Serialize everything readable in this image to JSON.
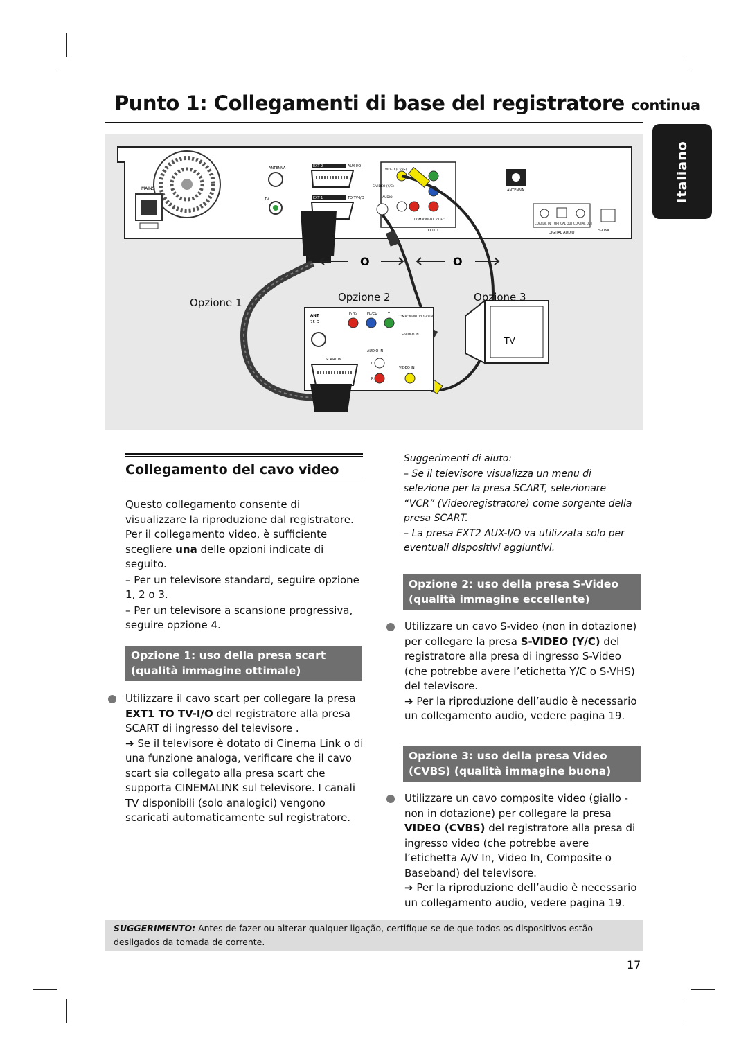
{
  "header": {
    "title": "Punto 1: Collegamenti di base del registratore",
    "title_suffix": "continua",
    "language_tab": "Italiano"
  },
  "figure": {
    "option1_label": "Opzione 1",
    "option2_label": "Opzione 2",
    "option3_label": "Opzione 3",
    "tv_label": "TV",
    "separator_o": "O",
    "recorder": {
      "mains": "MAINS",
      "antenna": "ANTENNA",
      "tv": "TV",
      "ext2": "EXT 2",
      "aux_io": "AUX-I/O",
      "ext1": "EXT 1",
      "to_tv_io": "TO TV-I/O",
      "video_cvbs": "VIDEO (CVBS)",
      "s_video": "S-VIDEO (Y/C)",
      "audio": "AUDIO",
      "component_video": "COMPONENT VIDEO",
      "out1": "OUT 1",
      "dvb_antenna": "ANTENNA",
      "coaxial_in": "COAXIAL IN",
      "optical_out": "OPTICAL OUT",
      "coaxial_out": "COAXIAL OUT",
      "digital_audio": "DIGITAL AUDIO",
      "s_link": "S-LINK"
    },
    "tv_panel": {
      "ant": "ANT",
      "ant_ohm": "75 Ω",
      "pr": "Pr/Cr",
      "pb": "Pb/Cb",
      "y": "Y",
      "component_video_in": "COMPONENT VIDEO IN",
      "s_video_in": "S-VIDEO IN",
      "audio_in": "AUDIO IN",
      "scart_in": "SCART IN",
      "video_in": "VIDEO IN",
      "l": "L",
      "r": "R"
    }
  },
  "section": {
    "heading": "Collegamento del cavo video",
    "intro_pre": "Questo collegamento consente di visualizzare la riproduzione dal registratore. Per il collegamento video, è sufficiente scegliere ",
    "intro_underline": "una",
    "intro_post": " delle opzioni indicate di seguito.",
    "dash1": "–  Per un televisore standard, seguire opzione 1, 2 o 3.",
    "dash2": "–  Per un televisore a scansione progressiva, seguire opzione 4."
  },
  "option1": {
    "heading_line1": "Opzione 1: uso della presa scart",
    "heading_line2": "(qualità immagine ottimale)",
    "text_pre": "Utilizzare il cavo scart per collegare la presa ",
    "text_bold": "EXT1 TO TV-I/O",
    "text_post": " del registratore alla presa SCART di ingresso del televisore .",
    "arrow_note": "Se il televisore è dotato di Cinema Link o di una funzione analoga, verificare che il cavo scart sia collegato alla presa scart che supporta CINEMALINK sul televisore. I canali TV disponibili (solo analogici) vengono scaricati automaticamente sul registratore."
  },
  "tips": {
    "heading": "Suggerimenti di aiuto:",
    "tip1": "–  Se il televisore visualizza un menu di selezione per la presa SCART, selezionare “VCR” (Videoregistratore) come sorgente della presa SCART.",
    "tip2": "–  La presa EXT2 AUX-I/O va utilizzata solo per eventuali dispositivi aggiuntivi."
  },
  "option2": {
    "heading_line1": "Opzione 2: uso della presa S-Video",
    "heading_line2": "(qualità immagine eccellente)",
    "text_pre": "Utilizzare un cavo S-video (non in dotazione) per collegare la presa ",
    "text_bold": "S-VIDEO (Y/C)",
    "text_post": " del registratore alla presa di ingresso S-Video (che potrebbe avere l’etichetta Y/C o S-VHS) del televisore.",
    "arrow_note": "Per la riproduzione dell’audio è necessario un collegamento audio, vedere pagina 19."
  },
  "option3": {
    "heading_line1": "Opzione 3: uso della presa Video",
    "heading_line2": "(CVBS) (qualità immagine buona)",
    "text_pre": "Utilizzare un cavo composite video (giallo - non in dotazione) per collegare la presa ",
    "text_bold": "VIDEO (CVBS)",
    "text_post": " del registratore alla presa di ingresso video (che potrebbe avere l’etichetta A/V In, Video In, Composite o Baseband) del televisore.",
    "arrow_note": "Per la riproduzione dell’audio è necessario un collegamento audio, vedere pagina 19."
  },
  "footer": {
    "tip_label": "SUGGERIMENTO:",
    "tip_text": "Antes de fazer ou alterar qualquer ligação, certifique-se de que todos os dispositivos estão desligados da tomada de corrente.",
    "page_number": "17"
  },
  "colors": {
    "gray_box": "#6f6f6f",
    "figure_bg": "#e8e8e8",
    "footer_bg": "#dcdcdc",
    "cable_yellow": "#f2e600",
    "jack_red": "#d8261c",
    "jack_green": "#2e9a3a",
    "jack_blue": "#2556b8"
  }
}
